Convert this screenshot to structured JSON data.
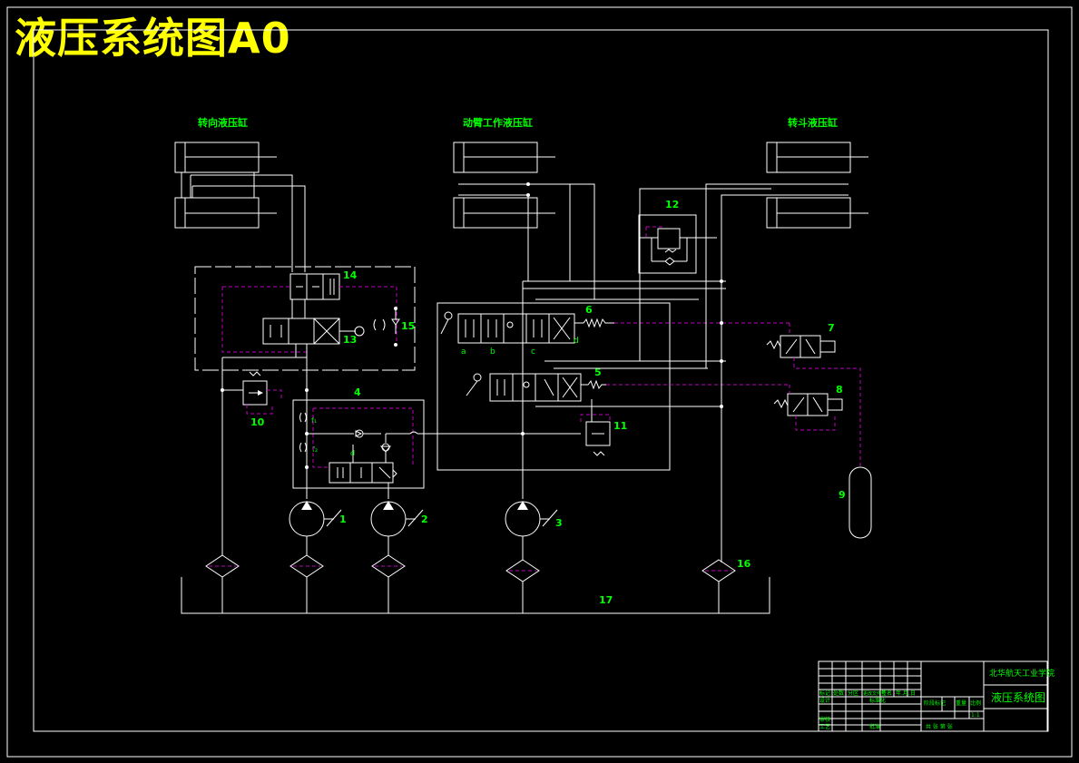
{
  "title": "液压系统图A0",
  "cylinders": {
    "left": "转向液压缸",
    "middle": "动臂工作液压缸",
    "right": "转斗液压缸"
  },
  "component_numbers": [
    "1",
    "2",
    "3",
    "4",
    "5",
    "6",
    "7",
    "8",
    "9",
    "10",
    "11",
    "12",
    "13",
    "14",
    "15",
    "16",
    "17"
  ],
  "port_letters": {
    "a": "a",
    "b": "b",
    "c": "c",
    "d": "d"
  },
  "orifice_labels": {
    "f1": "f₁",
    "f2": "f₂"
  },
  "title_block": {
    "institution": "北华航天工业学院",
    "drawing_name": "液压系统图",
    "row_labels": [
      "标记",
      "处数",
      "分区",
      "更改文件号",
      "签名",
      "年.月.日"
    ],
    "design": "设计",
    "standard": "标准化",
    "check": "审核",
    "process": "工艺",
    "approve": "批准",
    "stage_mark": "阶段标记",
    "weight": "重量",
    "scale": "比例",
    "scale_value": "1:1",
    "sheet": "共  张  第  张"
  }
}
